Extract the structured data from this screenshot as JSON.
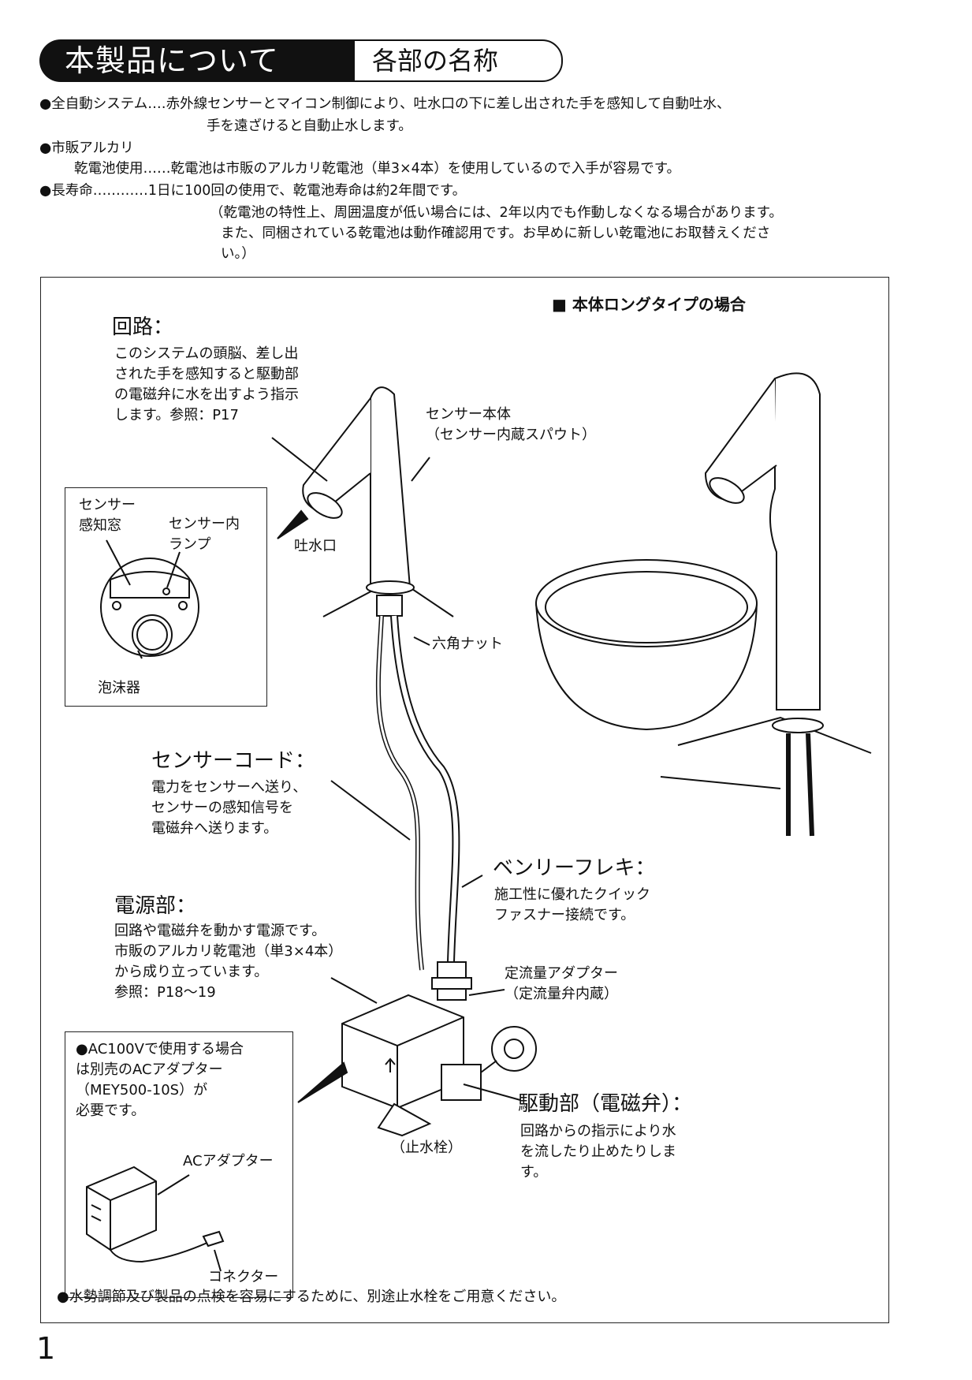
{
  "header": {
    "title": "本製品について",
    "subtitle": "各部の名称"
  },
  "features": [
    "●全自動システム‥‥赤外線センサーとマイコン制御により、吐水口の下に差し出された手を感知して自動吐水、",
    "手を遠ざけると自動止水します。",
    "●市販アルカリ",
    "乾電池使用‥‥‥乾電池は市販のアルカリ乾電池（単3×4本）を使用しているので入手が容易です。",
    "●長寿命‥‥‥‥‥‥1日に100回の使用で、乾電池寿命は約2年間です。",
    "（乾電池の特性上、周囲温度が低い場合には、2年以内でも作動しなくなる場合があります。",
    "また、同梱されている乾電池は動作確認用です。お早めに新しい乾電池にお取替えくださ",
    "い。）"
  ],
  "diagram": {
    "note_long_type": "■ 本体ロングタイプの場合",
    "circuit": {
      "title": "回路：",
      "text": "このシステムの頭脳、差し出\nされた手を感知すると駆動部\nの電磁弁に水を出すよう指示\nします。参照：P17"
    },
    "sensor_body": "センサー本体\n（センサー内蔵スパウト）",
    "sensor_window": "センサー\n感知窓",
    "sensor_lamp": "センサー内\nランプ",
    "spout_outlet": "吐水口",
    "aerator": "泡沫器",
    "hex_nut": "六角ナット",
    "sensor_cord": {
      "title": "センサーコード：",
      "text": "電力をセンサーへ送り、\nセンサーの感知信号を\n電磁弁へ送ります。"
    },
    "benri_flexi": {
      "title": "ベンリーフレキ：",
      "text": "施工性に優れたクイック\nファスナー接続です。"
    },
    "power_unit": {
      "title": "電源部：",
      "text": "回路や電磁弁を動かす電源です。\n市販のアルカリ乾電池（単3×4本）\nから成り立っています。\n参照：P18～19"
    },
    "flow_adapter": "定流量アダプター\n（定流量弁内蔵）",
    "ac_note": "●AC100Vで使用する場合\nは別売のACアダプター\n（MEY500-10S）が\n必要です。",
    "ac_adapter": "ACアダプター",
    "connector": "コネクター",
    "stop_valve": "（止水栓）",
    "drive_unit": {
      "title": "駆動部（電磁弁）：",
      "text": "回路からの指示により水\nを流したり止めたりしま\nす。"
    },
    "bottom_note": "●水勢調節及び製品の点検を容易にするために、別途止水栓をご用意ください。"
  },
  "page_number": "1"
}
